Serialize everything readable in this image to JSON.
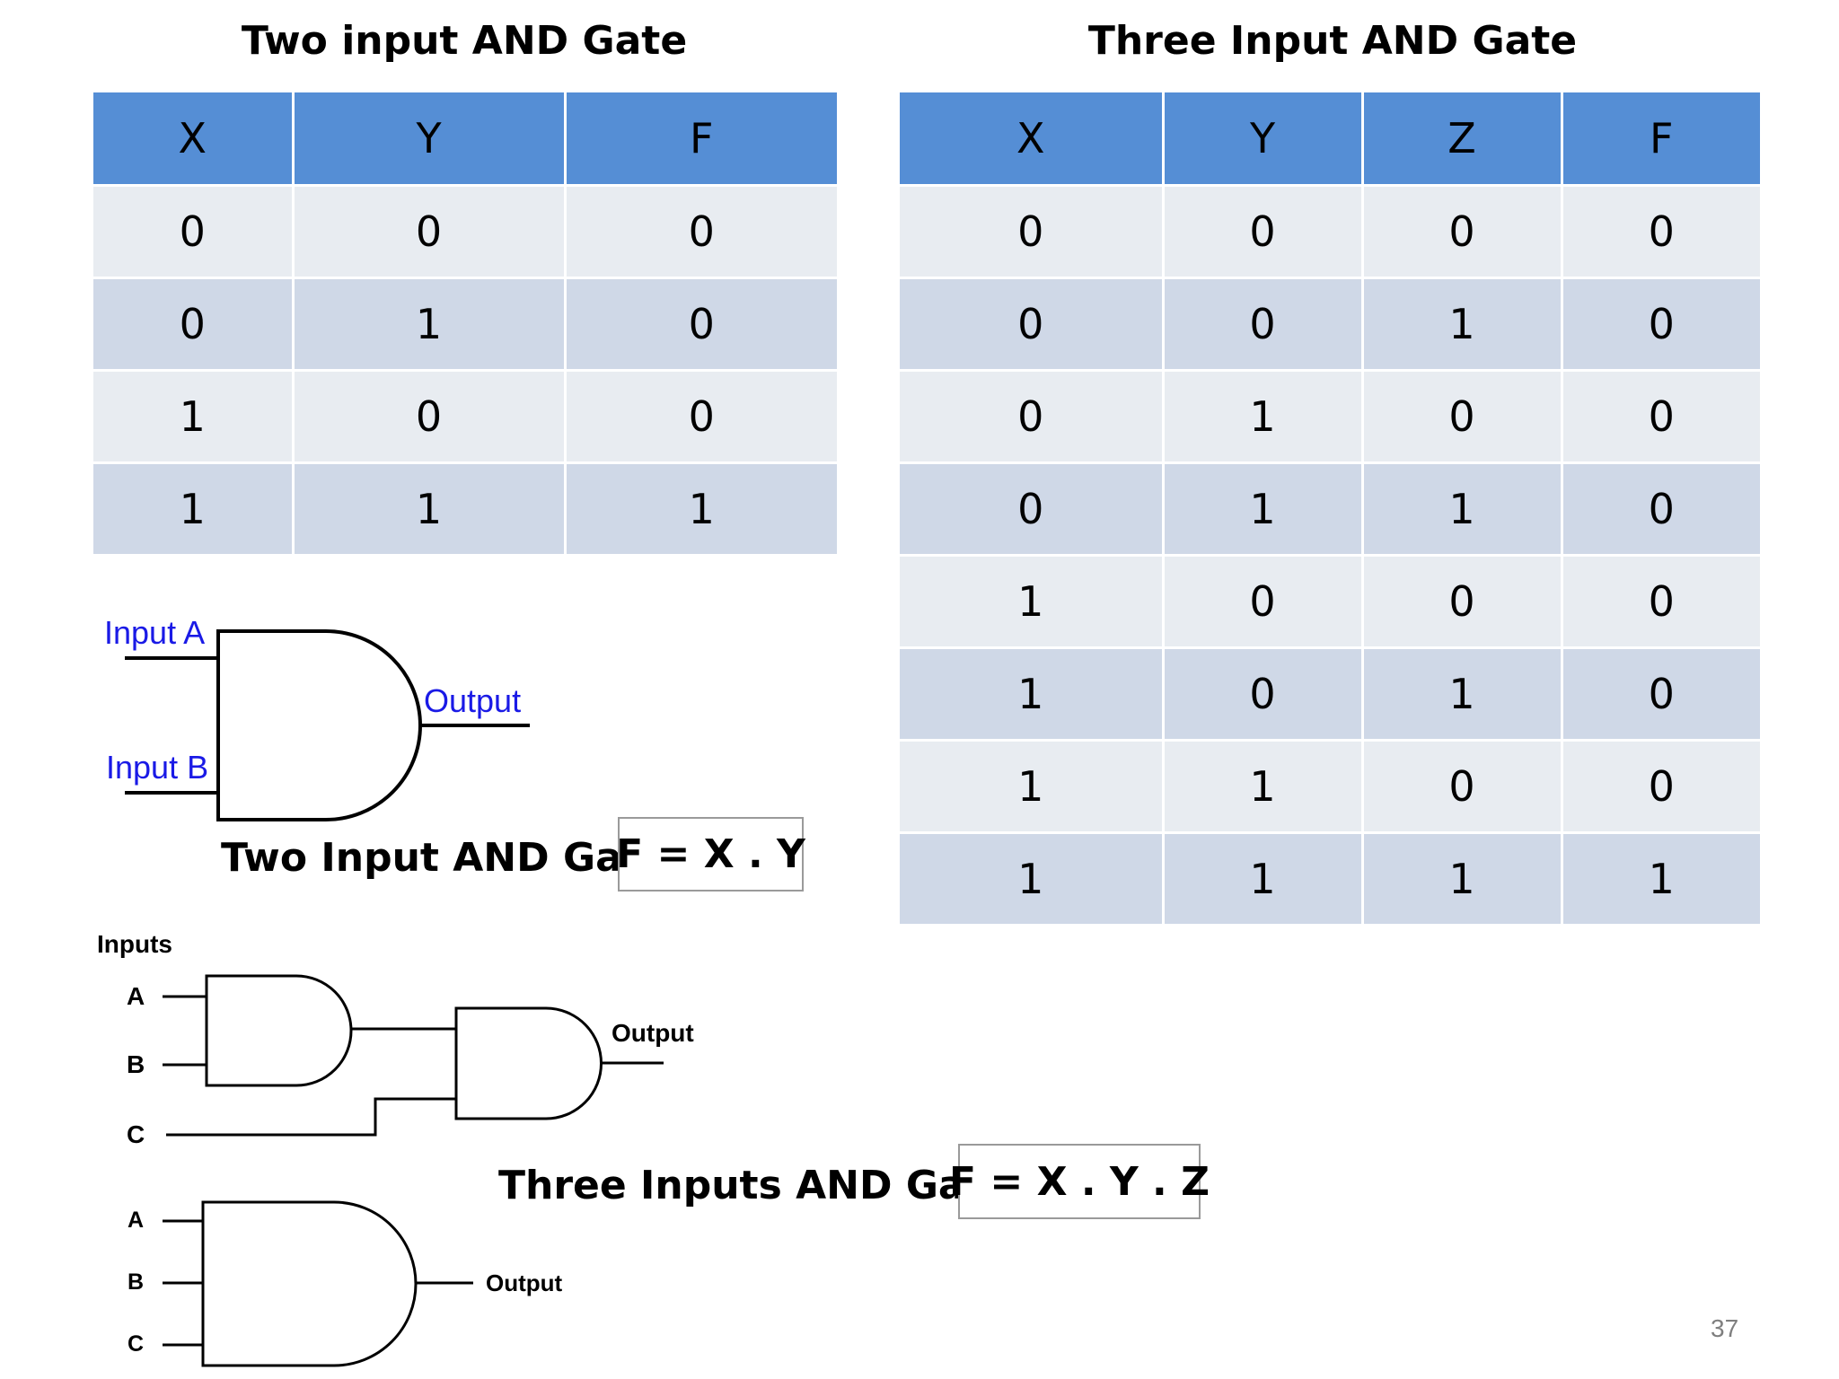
{
  "two_input": {
    "title": "Two input AND Gate",
    "headers": [
      "X",
      "Y",
      "F"
    ],
    "rows": [
      [
        "0",
        "0",
        "0"
      ],
      [
        "0",
        "1",
        "0"
      ],
      [
        "1",
        "0",
        "0"
      ],
      [
        "1",
        "1",
        "1"
      ]
    ],
    "diagram": {
      "input_a": "Input A",
      "input_b": "Input B",
      "output": "Output"
    },
    "caption": "Two Input AND Gate",
    "formula": "F = X . Y"
  },
  "three_input": {
    "title": "Three Input AND Gate",
    "headers": [
      "X",
      "Y",
      "Z",
      "F"
    ],
    "rows": [
      [
        "0",
        "0",
        "0",
        "0"
      ],
      [
        "0",
        "0",
        "1",
        "0"
      ],
      [
        "0",
        "1",
        "0",
        "0"
      ],
      [
        "0",
        "1",
        "1",
        "0"
      ],
      [
        "1",
        "0",
        "0",
        "0"
      ],
      [
        "1",
        "0",
        "1",
        "0"
      ],
      [
        "1",
        "1",
        "0",
        "0"
      ],
      [
        "1",
        "1",
        "1",
        "1"
      ]
    ],
    "cascade_diagram": {
      "inputs_label": "Inputs",
      "a": "A",
      "b": "B",
      "c": "C",
      "output": "Output"
    },
    "single_diagram": {
      "a": "A",
      "b": "B",
      "c": "C",
      "output": "Output"
    },
    "caption": "Three Inputs AND Gate",
    "formula": "F = X . Y . Z"
  },
  "page_number": "37"
}
